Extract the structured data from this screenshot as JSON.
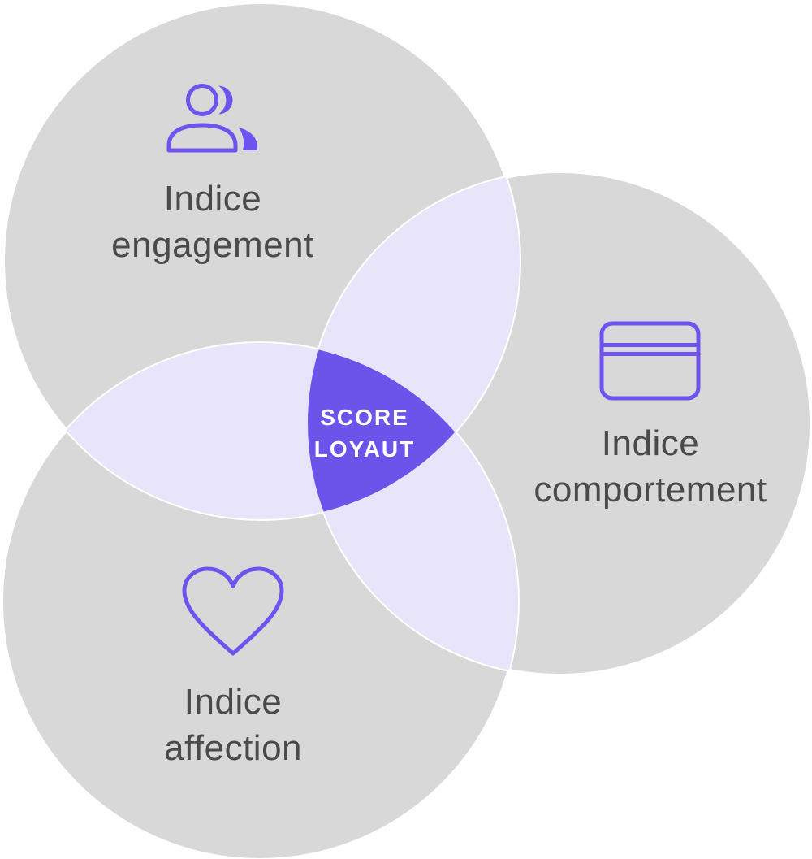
{
  "diagram": {
    "type": "venn",
    "center_label": {
      "line1": "SCORE",
      "line2": "LOYAUT"
    },
    "sets": [
      {
        "id": "engagement",
        "label_line1": "Indice",
        "label_line2": "engagement",
        "icon": "users-icon"
      },
      {
        "id": "comportement",
        "label_line1": "Indice",
        "label_line2": "comportement",
        "icon": "credit-card-icon"
      },
      {
        "id": "affection",
        "label_line1": "Indice",
        "label_line2": "affection",
        "icon": "heart-icon"
      }
    ],
    "colors": {
      "circle_fill": "#D8D8D8",
      "pair_overlap_fill": "#E8E4F9",
      "center_overlap_fill": "#6C54EB",
      "icon_accent": "#6F53EE",
      "label_text": "#4A4A4A",
      "center_text": "#FFFFFF",
      "separator_line": "#FFFFFF"
    }
  }
}
